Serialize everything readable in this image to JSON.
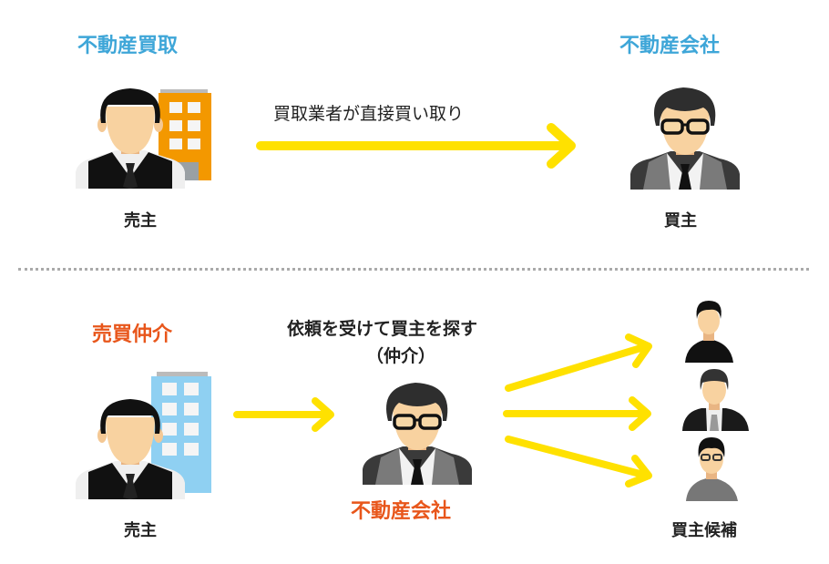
{
  "top_section": {
    "title": "不動産買取",
    "right_title": "不動産会社",
    "arrow_caption": "買取業者が直接買い取り",
    "seller_label": "売主",
    "buyer_label": "買主"
  },
  "bottom_section": {
    "title": "売買仲介",
    "caption_line1": "依頼を受けて買主を探す",
    "caption_line2": "（仲介）",
    "seller_label": "売主",
    "broker_label": "不動産会社",
    "candidates_label": "買主候補"
  },
  "colors": {
    "blue_title": "#3ea6d8",
    "orange_title": "#e8561b",
    "arrow": "#ffe100",
    "orange_building": "#f39800",
    "blue_building": "#8fd0f2"
  }
}
